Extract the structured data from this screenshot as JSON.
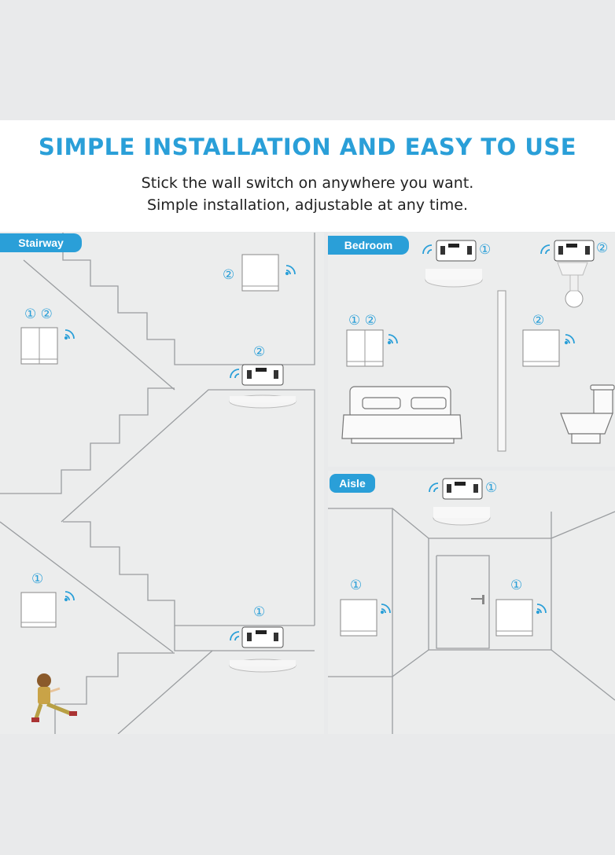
{
  "header": {
    "title": "SIMPLE INSTALLATION AND EASY TO USE",
    "line1": "Stick the wall switch on anywhere you want.",
    "line2": "Simple installation,  adjustable at any time."
  },
  "panels": {
    "stairway": {
      "label": "Stairway",
      "switch_top_num": "②",
      "switch_mid_nums": "① ②",
      "light_top_num": "②",
      "switch_low_num": "①",
      "light_low_num": "①"
    },
    "bedroom": {
      "label": "Bedroom",
      "light_left_num": "①",
      "light_right_num": "②",
      "switch_double_nums": "① ②",
      "switch_single_num": "②"
    },
    "aisle": {
      "label": "Aisle",
      "light_num": "①",
      "switch_left_num": "①",
      "switch_right_num": "①"
    }
  },
  "colors": {
    "accent": "#2a9fd8",
    "line": "#9a9da0",
    "background": "#e9eaeb"
  }
}
